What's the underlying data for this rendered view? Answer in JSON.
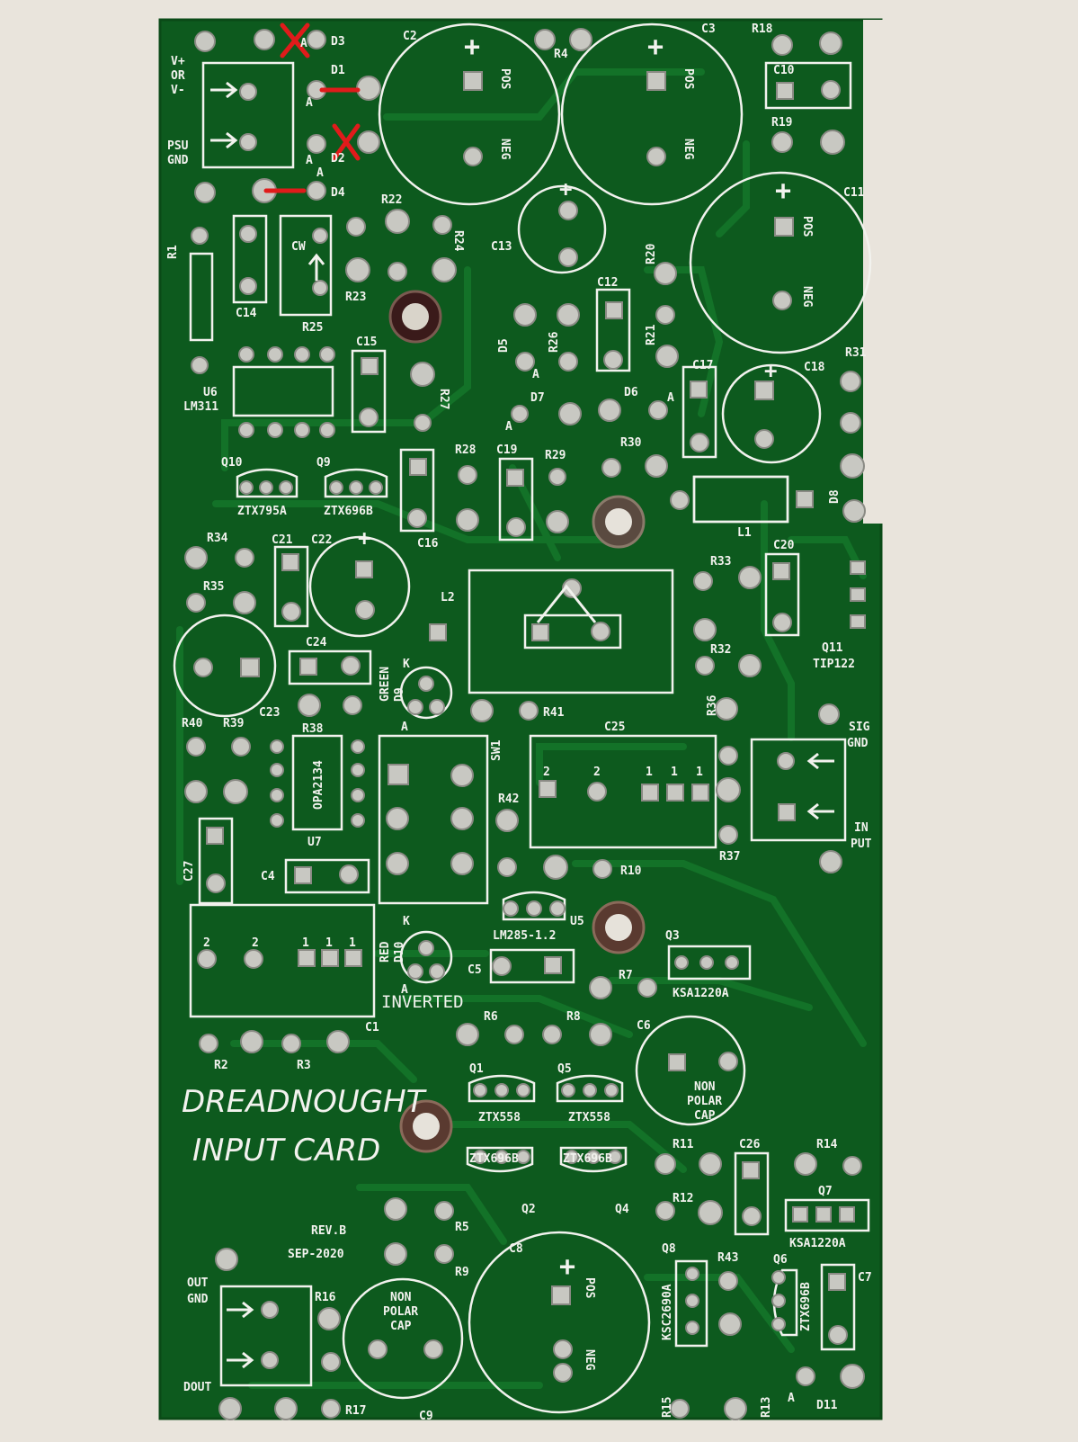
{
  "board": {
    "title_line1": "DREADNOUGHT",
    "title_line2": "INPUT CARD",
    "revision": "REV.B",
    "date": "SEP-2020",
    "colors": {
      "pcb": "#0d5a1e",
      "trace": "#137228",
      "silk": "#f2f2ee",
      "pad": "#c8c8c2",
      "background": "#e9e4dc",
      "mark": "#e01b1b"
    }
  },
  "connectors": {
    "power": {
      "line1": "V+",
      "line2": "OR",
      "line3": "V-",
      "line4": "PSU",
      "line5": "GND"
    },
    "input": {
      "line1": "SIG",
      "line2": "GND",
      "line3": "IN",
      "line4": "PUT"
    },
    "output": {
      "line1": "OUT",
      "line2": "GND",
      "line3": "DOUT"
    }
  },
  "polarity": {
    "pos": "POS",
    "neg": "NEG",
    "anode": "A",
    "cathode": "K",
    "plus": "+",
    "cw": "CW"
  },
  "labels": {
    "d3": "D3",
    "d1": "D1",
    "d2": "D2",
    "d4": "D4",
    "c2": "C2",
    "c3": "C3",
    "r4": "R4",
    "r18": "R18",
    "c10": "C10",
    "r19": "R19",
    "r22": "R22",
    "r24": "R24",
    "r23": "R23",
    "r25": "R25",
    "r1": "R1",
    "c14": "C14",
    "c13": "C13",
    "c11": "C11",
    "r20": "R20",
    "c12": "C12",
    "r21": "R21",
    "d5": "D5",
    "r26": "R26",
    "c15": "C15",
    "r27": "R27",
    "u6": "U6",
    "lm311": "LM311",
    "c17": "C17",
    "c18": "C18",
    "r31": "R31",
    "d7": "D7",
    "d6": "D6",
    "q10": "Q10",
    "q9": "Q9",
    "ztx795a": "ZTX795A",
    "ztx696b": "ZTX696B",
    "r28": "R28",
    "c19": "C19",
    "r29": "R29",
    "r30": "R30",
    "c16": "C16",
    "l1": "L1",
    "d8": "D8",
    "r34": "R34",
    "c21": "C21",
    "c22": "C22",
    "r35": "R35",
    "l2": "L2",
    "r33": "R33",
    "c20": "C20",
    "r32": "R32",
    "q11": "Q11",
    "tip122": "TIP122",
    "c24": "C24",
    "c23": "C23",
    "green": "GREEN",
    "d9": "D9",
    "r40": "R40",
    "r39": "R39",
    "r38": "R38",
    "r41": "R41",
    "r36": "R36",
    "sw1": "SW1",
    "c25": "C25",
    "opa2134": "OPA2134",
    "u7": "U7",
    "r42": "R42",
    "r37": "R37",
    "c27": "C27",
    "c4": "C4",
    "r10": "R10",
    "lm285": "LM285-1.2",
    "u5": "U5",
    "red": "RED",
    "d10": "D10",
    "q3": "Q3",
    "ksa1220a": "KSA1220A",
    "c5": "C5",
    "r7": "R7",
    "inverted": "INVERTED",
    "c1": "C1",
    "r6": "R6",
    "r8": "R8",
    "c6": "C6",
    "r2": "R2",
    "r3": "R3",
    "q1": "Q1",
    "q5": "Q5",
    "ztx558": "ZTX558",
    "non": "NON",
    "polar": "POLAR",
    "cap": "CAP",
    "r11": "R11",
    "c26": "C26",
    "r14": "R14",
    "q2": "Q2",
    "q4": "Q4",
    "r12": "R12",
    "q7": "Q7",
    "r5": "R5",
    "r9": "R9",
    "c8": "C8",
    "q8": "Q8",
    "r43": "R43",
    "q6": "Q6",
    "c7": "C7",
    "ksc2690a": "KSC2690A",
    "r16": "R16",
    "r17": "R17",
    "c9": "C9",
    "r15": "R15",
    "r13": "R13",
    "d11": "D11",
    "pin1": "1",
    "pin2": "2"
  }
}
